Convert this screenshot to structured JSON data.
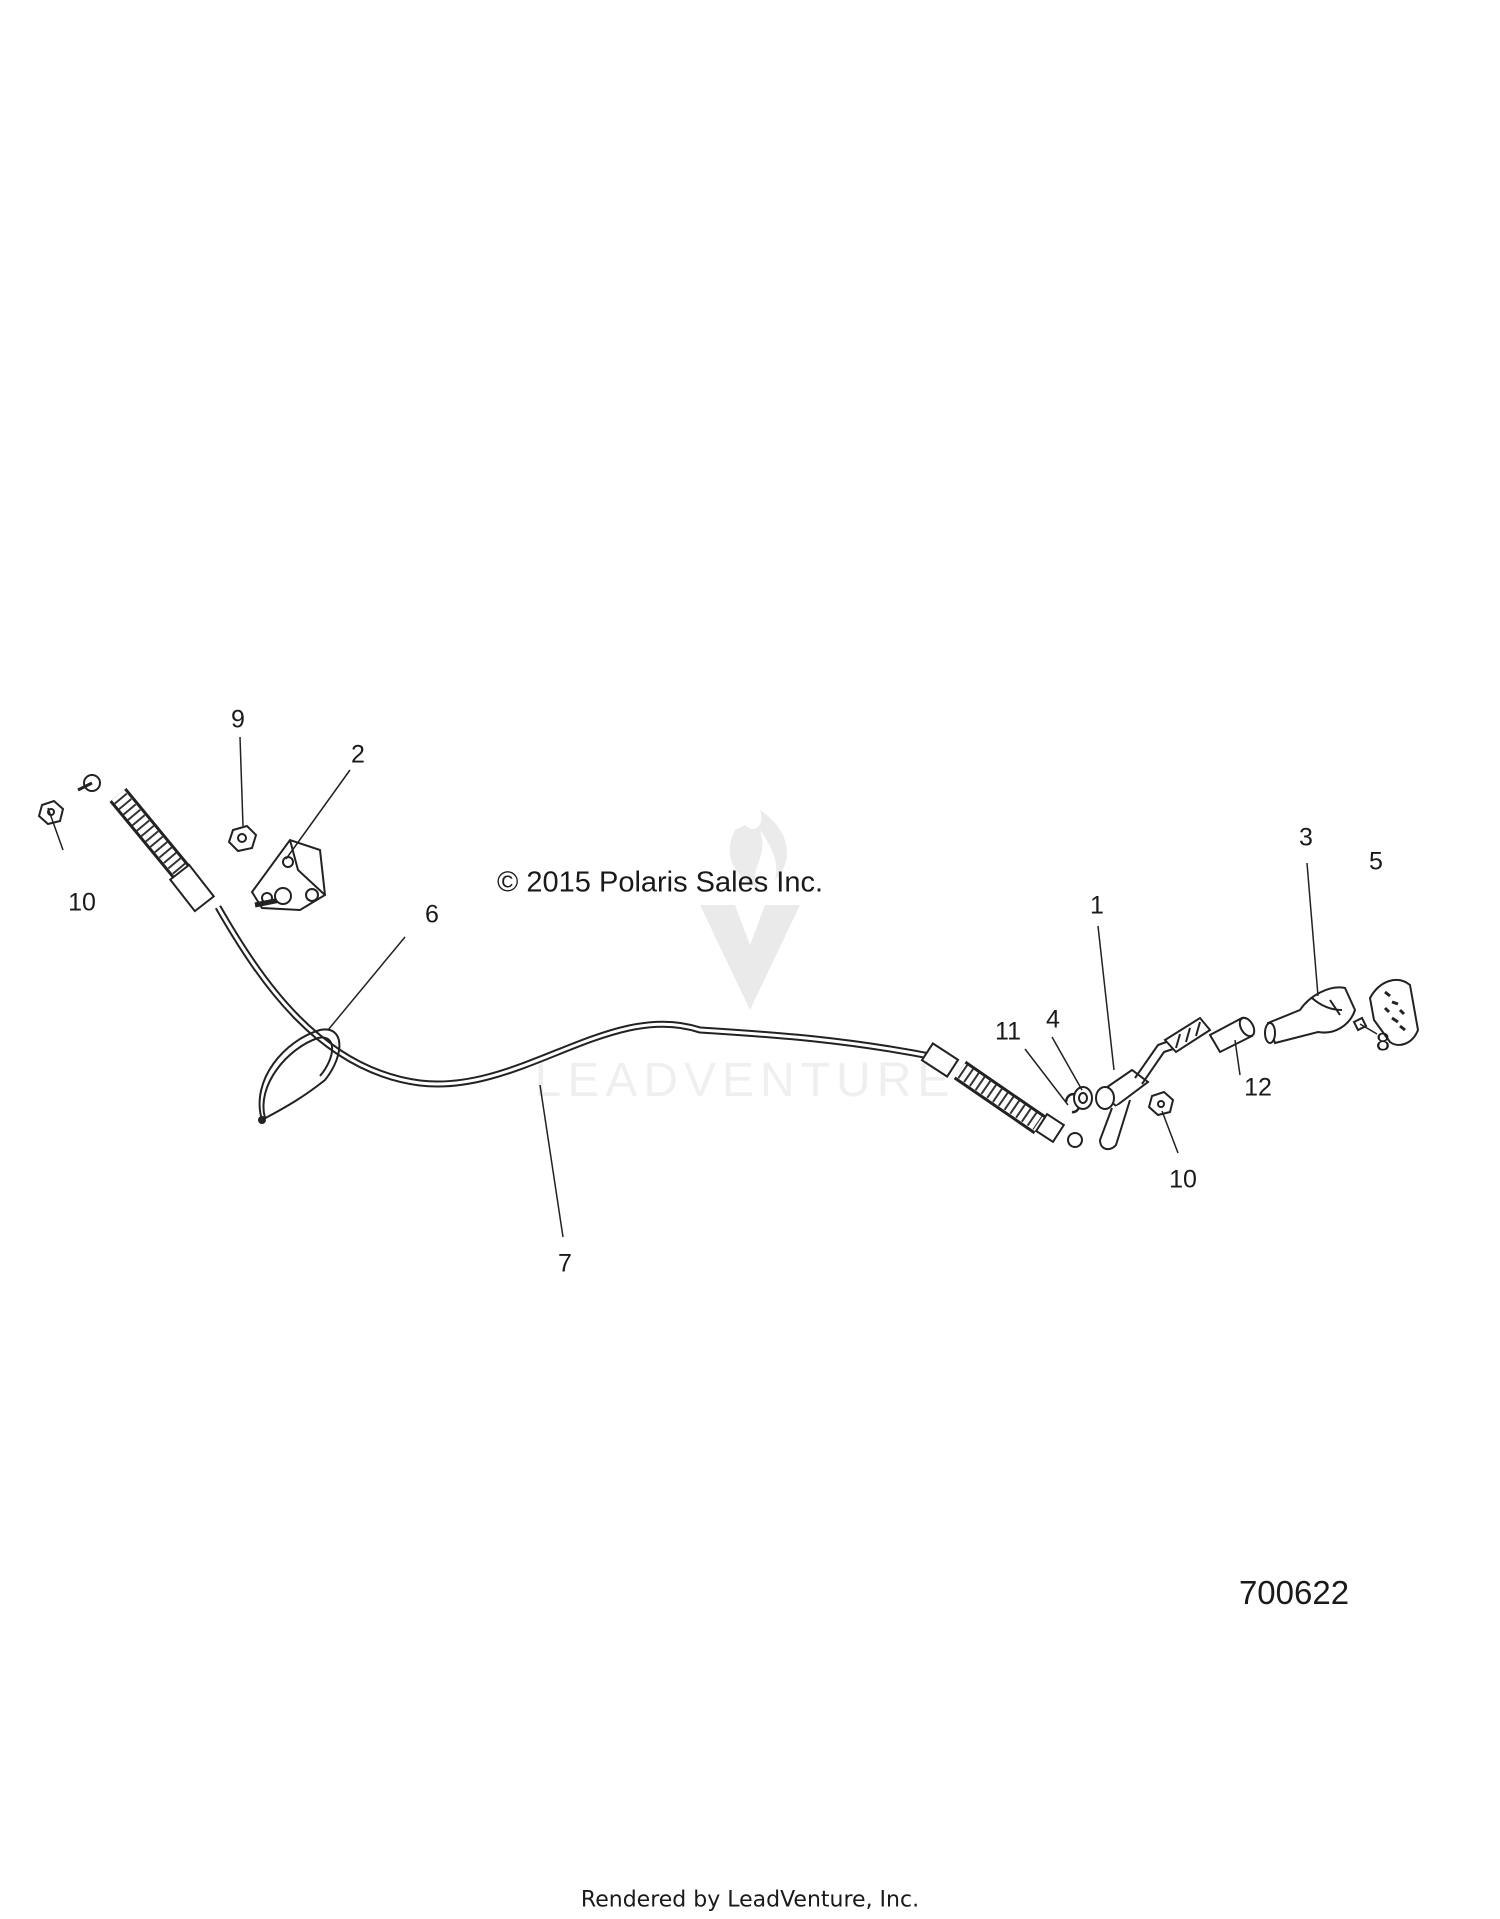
{
  "copyright": "© 2015 Polaris Sales Inc.",
  "diagram_id": "700622",
  "footer": "Rendered by LeadVenture, Inc.",
  "watermark": "LEADVENTURE",
  "callouts": {
    "c1": "1",
    "c2": "2",
    "c3": "3",
    "c4": "4",
    "c5": "5",
    "c6": "6",
    "c7": "7",
    "c8": "8",
    "c9": "9",
    "c10a": "10",
    "c10b": "10",
    "c11": "11",
    "c12": "12"
  }
}
